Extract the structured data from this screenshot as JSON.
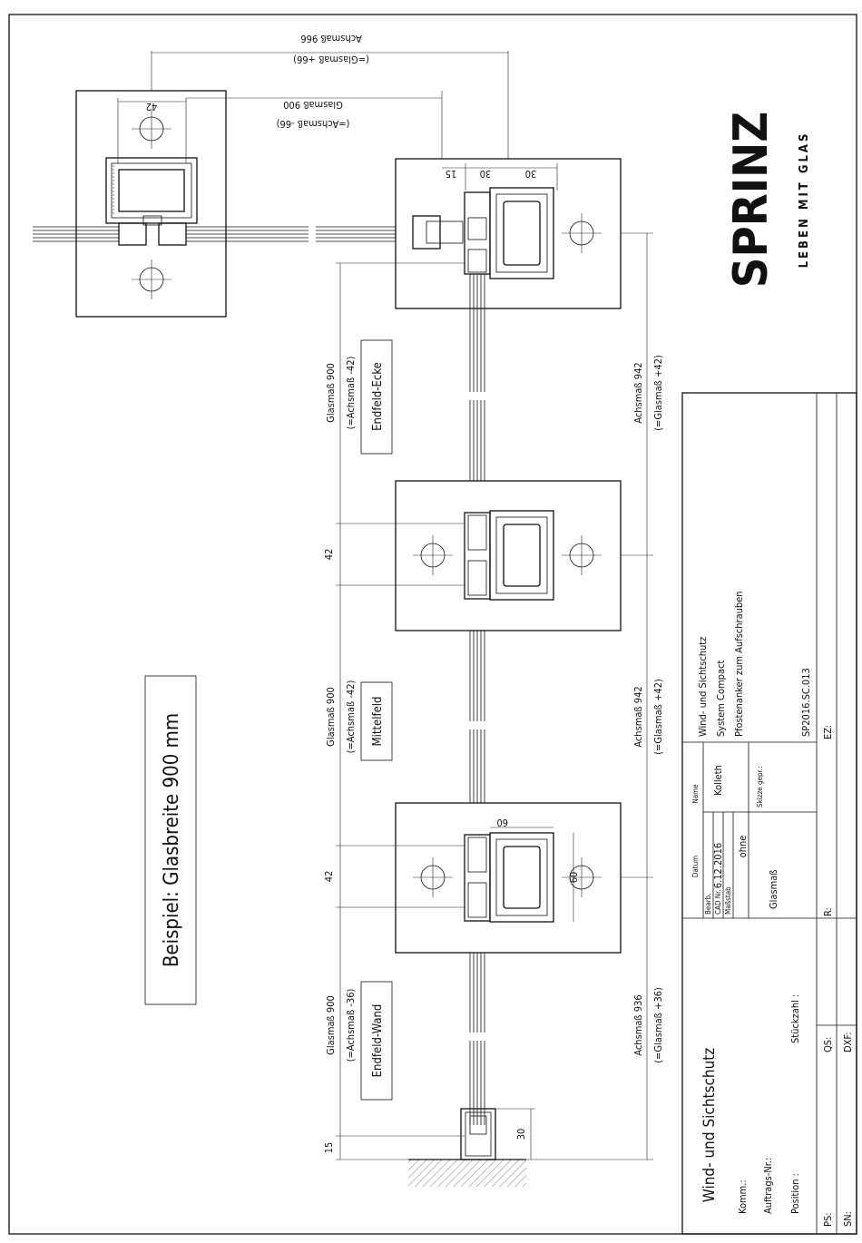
{
  "logo": {
    "brand": "SPRINZ",
    "tagline": "LEBEN MIT GLAS"
  },
  "example_label": "Beispiel: Glasbreite 900 mm",
  "top_detail": {
    "dim_42": "42",
    "achsmass_966": "Achsmaß 966",
    "glasmass_plus_66": "(=Glasmaß +66)",
    "glasmass_900": "Glasmaß 900",
    "achsmass_minus_66": "(=Achsmaß -66)",
    "dim_15": "15",
    "dim_30a": "30",
    "dim_30b": "30"
  },
  "fields": [
    {
      "label": "Endfeld-Wand",
      "glasmass": "Glasmaß 900",
      "formula": "(=Achsmaß -36)",
      "achsmass": "Achsmaß 936",
      "achs_formula": "(=Glasmaß +36)"
    },
    {
      "label": "Mittelfeld",
      "glasmass": "Glasmaß 900",
      "formula": "(=Achsmaß -42)",
      "achsmass": "Achsmaß 942",
      "achs_formula": "(=Glasmaß +42)"
    },
    {
      "label": "Endfeld-Ecke",
      "glasmass": "Glasmaß 900",
      "formula": "(=Achsmaß -42)",
      "achsmass": "Achsmaß 942",
      "achs_formula": "(=Glasmaß +42)"
    }
  ],
  "side_dims": {
    "d15": "15",
    "d42a": "42",
    "d42b": "42",
    "d30": "30",
    "d60a": "60",
    "d60b": "60"
  },
  "title_block": {
    "project": "Wind- und Sichtschutz",
    "komm_label": "Komm.:",
    "auftrag_label": "Auftrags-Nr.:",
    "position_label": "Position :",
    "stueckzahl_label": "Stückzahl :",
    "ps_label": "PS:",
    "sn_label": "SN:",
    "qs_label": "QS:",
    "dxf_label": "DXF:",
    "r_label": "R:",
    "ez_label": "EZ:",
    "datum_label": "Datum",
    "name_label": "Name",
    "bearb_label": "Bearb.",
    "datum_value": "6.12.2016",
    "name_value": "Kolleth",
    "cadnr_label": "CAD Nr.",
    "massstab_label": "Maßstab",
    "massstab_value": "ohne",
    "skizze_label": "Skizze gepr.:",
    "glasmass_label": "Glasmaß",
    "title_line1": "Wind- und Sichtschutz",
    "title_line2": "System Compact",
    "title_line3": "Pfostenanker zum Aufschrauben",
    "drawing_no": "SP2016.SC.013"
  }
}
